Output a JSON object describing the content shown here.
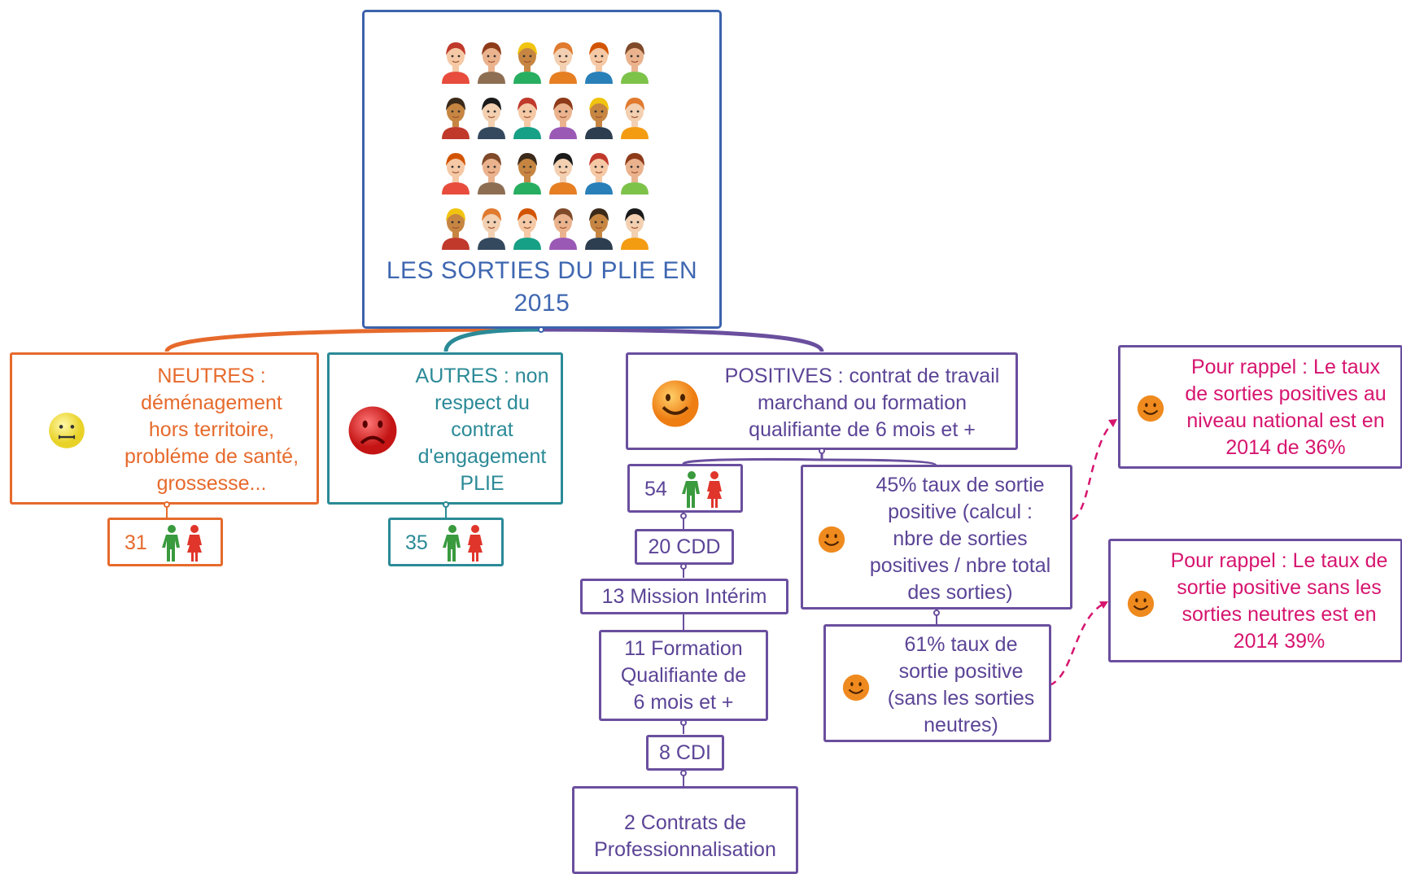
{
  "central": {
    "title": "LES SORTIES DU PLIE EN\n2015",
    "image": "crowd-of-people-avatars"
  },
  "neutres": {
    "text": "NEUTRES :\ndéménagement\nhors territoire,\nprobléme de santé,\ngrossesse...",
    "count": "31",
    "icon": "neutral-smiley-icon",
    "color": "#e66a2c"
  },
  "autres": {
    "text": "AUTRES : non\nrespect du\ncontrat\nd'engagement\nPLIE",
    "count": "35",
    "icon": "sad-smiley-icon",
    "color": "#2b8a97"
  },
  "positives": {
    "text": "POSITIVES : contrat de travail\nmarchand ou formation\nqualifiante de 6 mois et +",
    "count": "54",
    "icon": "happy-smiley-icon",
    "color": "#5b4496",
    "breakdown": [
      "20 CDD",
      "13 Mission Intérim",
      "11 Formation\nQualifiante de\n6 mois et +",
      "8 CDI",
      "2 Contrats de\nProfessionnalisation"
    ],
    "rate_all": "45% taux de sortie\npositive (calcul :\nnbre de sorties\npositives / nbre total\ndes sorties)",
    "rate_no_neutral": "61% taux de\nsortie positive\n(sans les sorties\nneutres)"
  },
  "reminders": [
    "Pour rappel : Le taux\nde sorties positives au\nniveau national est en\n2014 de 36%",
    "Pour rappel : Le taux de\nsortie positive sans les\nsorties neutres est en\n2014 39%"
  ],
  "colors": {
    "central": "#3b63ad",
    "reminder_text": "#d6156f",
    "man": "#3a9a3e",
    "woman": "#e0352b"
  }
}
